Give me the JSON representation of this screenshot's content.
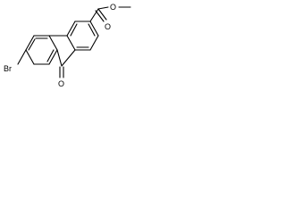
{
  "molecule": {
    "atoms": {
      "bromine": "Br",
      "ketone_oxygen": "O",
      "ester_carbonyl_oxygen": "O",
      "ester_ether_oxygen": "O"
    },
    "colors": {
      "ink": "#000000",
      "background": "#ffffff"
    }
  }
}
